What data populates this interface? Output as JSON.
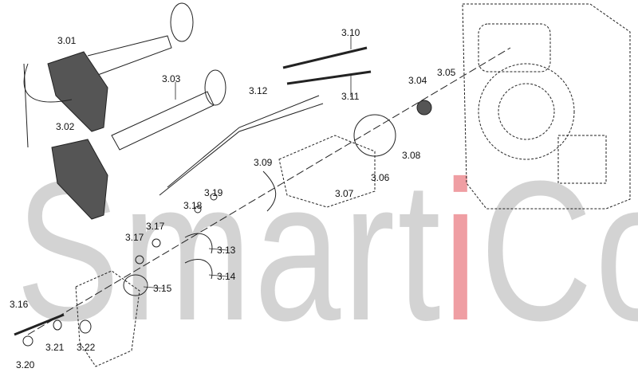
{
  "watermark": {
    "part1": "Smart",
    "part2": "i",
    "part3": "Co"
  },
  "labels": [
    "3.01",
    "3.02",
    "3.03",
    "3.10",
    "3.12",
    "3.11",
    "3.04",
    "3.05",
    "3.08",
    "3.06",
    "3.07",
    "3.09",
    "3.19",
    "3.18",
    "3.17",
    "3.17",
    "3.13",
    "3.14",
    "3.15",
    "3.16",
    "3.21",
    "3.22",
    "3.20"
  ]
}
